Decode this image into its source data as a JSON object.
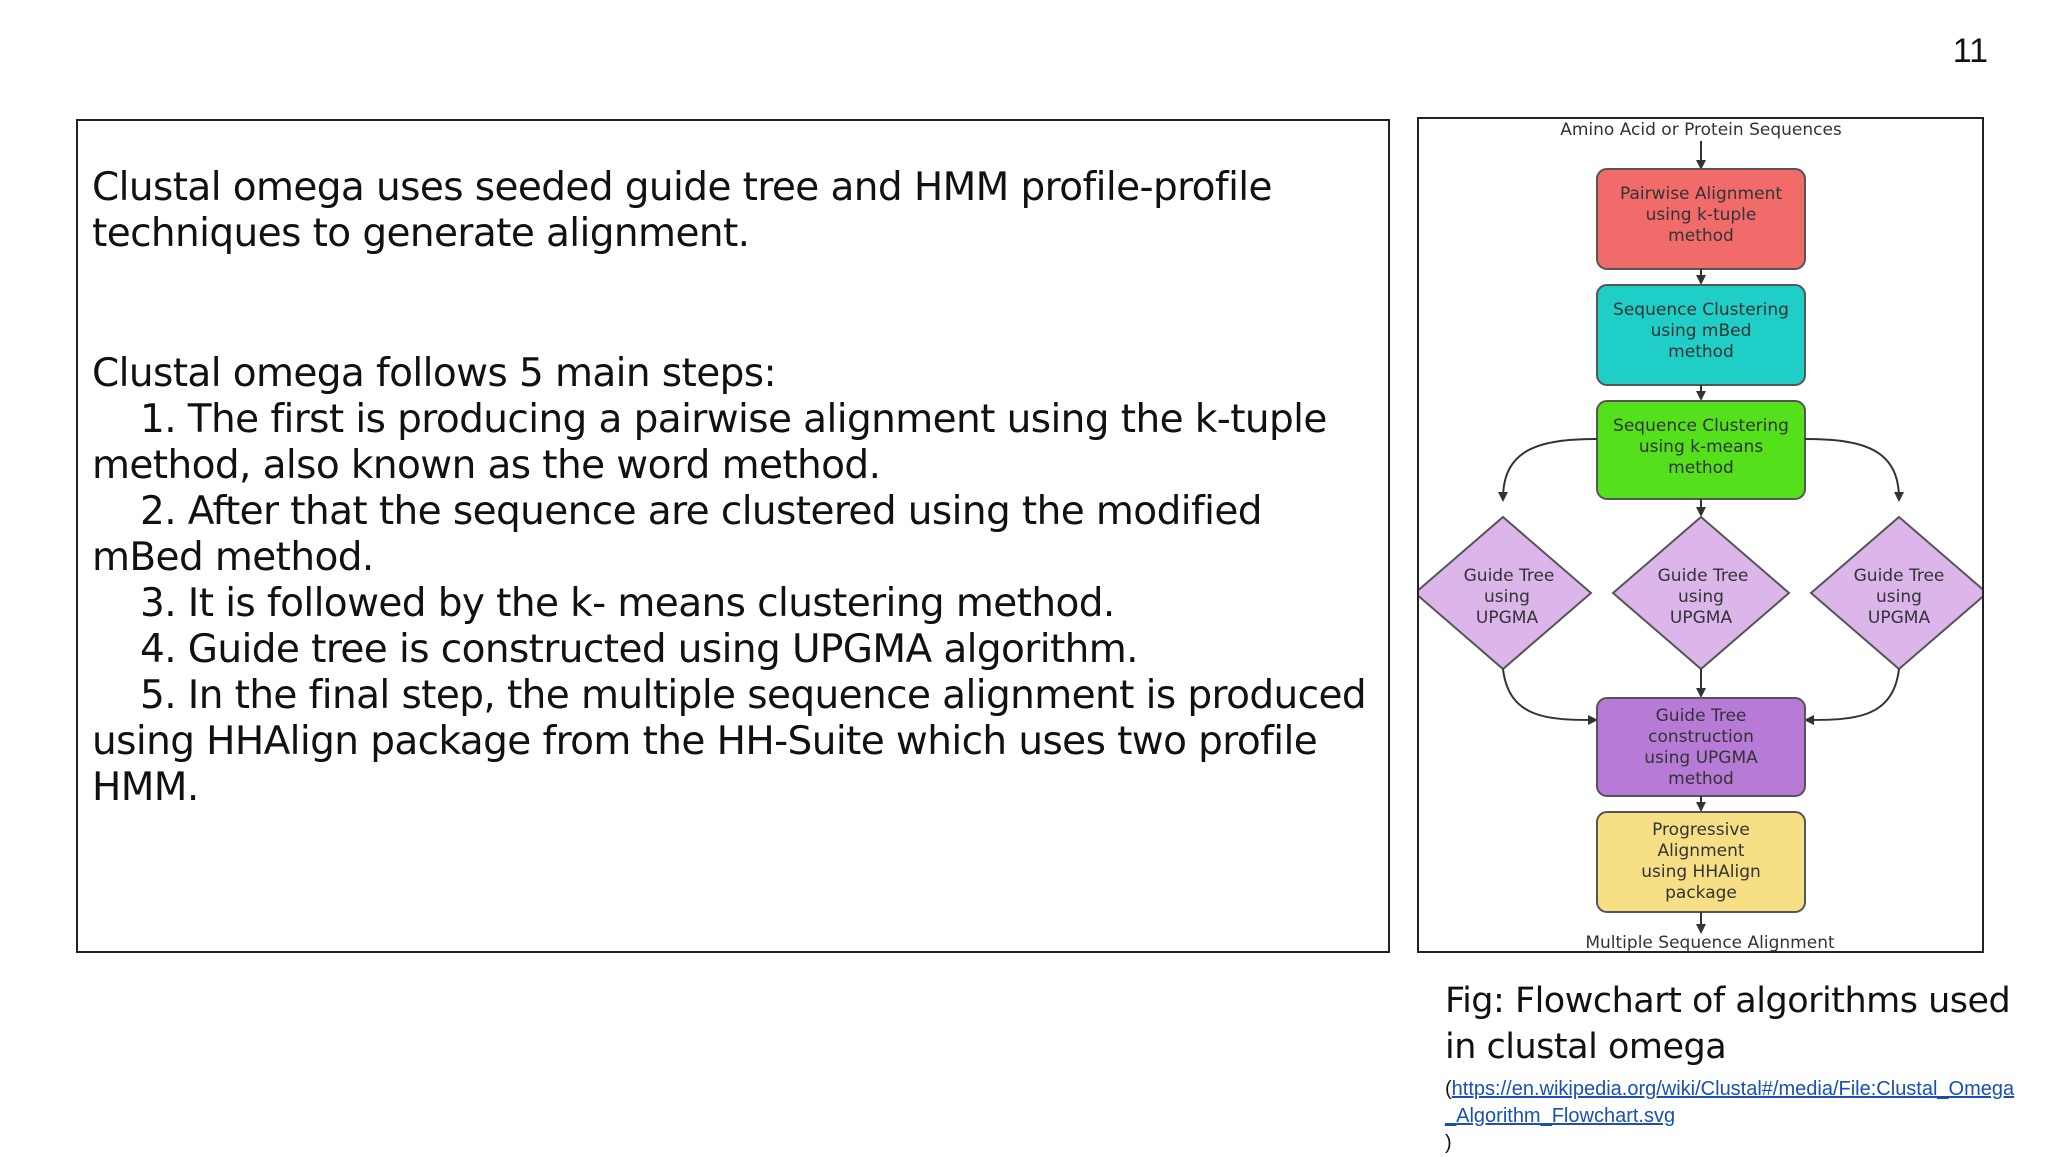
{
  "slide": {
    "number": "11"
  },
  "body": {
    "intro": "Clustal omega uses seeded guide tree and HMM profile-profile techniques to generate alignment.",
    "steps_heading": "Clustal omega follows 5 main steps:",
    "steps": [
      "1. The first is  producing a pairwise alignment using the k-tuple method, also known as the word method.",
      "2. After that the sequence are clustered using the modified mBed method.",
      "3. It is followed by the k- means clustering method.",
      "4. Guide tree is constructed using UPGMA algorithm.",
      "5. In the final step, the multiple sequence alignment is produced using HHAlign package from the HH-Suite which uses two profile HMM."
    ]
  },
  "figure": {
    "input_label": "Amino Acid or Protein Sequences",
    "output_label": "Multiple Sequence Alignment",
    "colors": {
      "pairwise": "#f26b6b",
      "mbed": "#1fcfc7",
      "kmeans": "#55e01c",
      "diamond": "#dcb5ea",
      "guide_tree": "#b77ad6",
      "progressive": "#f7df86"
    },
    "boxes": {
      "pairwise": [
        "Pairwise Alignment",
        "using k-tuple",
        "method"
      ],
      "mbed": [
        "Sequence Clustering",
        "using mBed",
        "method"
      ],
      "kmeans": [
        "Sequence Clustering",
        "using k-means",
        "method"
      ],
      "guide_tree": [
        "Guide Tree",
        "construction",
        "using UPGMA",
        "method"
      ],
      "progressive": [
        "Progressive",
        "Alignment",
        "using HHAlign",
        "package"
      ]
    },
    "diamonds": [
      [
        "Guide Tree",
        "using",
        "UPGMA"
      ],
      [
        "Guide Tree",
        "using",
        "UPGMA"
      ],
      [
        "Guide Tree",
        "using",
        "UPGMA"
      ]
    ]
  },
  "caption": {
    "text": "Fig: Flowchart of algorithms used in clustal omega",
    "source_open": "(",
    "source_url": "https://en.wikipedia.org/wiki/Clustal#/media/File:Clustal_Omega_Algorithm_Flowchart.svg",
    "source_close": ")"
  }
}
